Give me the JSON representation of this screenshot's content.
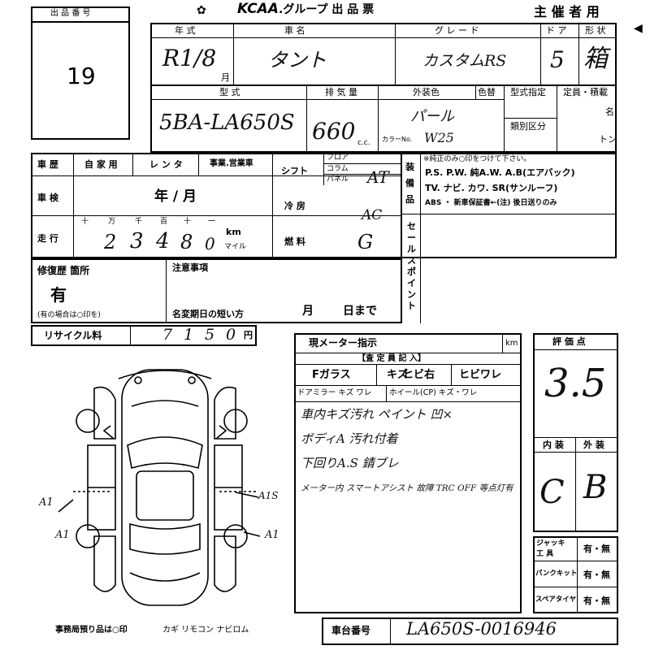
{
  "header": {
    "lot_label": "出 品 番 号",
    "lot_number": "19",
    "logo": "KCAA",
    "group_title": ".グループ 出 品 票",
    "organizer": "主 催 者 用"
  },
  "vehicle": {
    "year_label": "年 式",
    "year_value": "R1/8",
    "month_suffix": "月",
    "name_label": "車 名",
    "name_value": "タント",
    "grade_label": "グ レ ー ド",
    "grade_value": "カスタムRS",
    "doors_label": "ド ア",
    "doors_value": "5",
    "shape_label": "形 状",
    "shape_value": "箱",
    "model_label": "型 式",
    "model_value": "5BA-LA650S",
    "displacement_label": "排 気 量",
    "displacement_value": "660",
    "displacement_unit": "c.c.",
    "exterior_color_label": "外装色",
    "exterior_color_value": "パール",
    "color_label": "色替",
    "color_no_label": "カラーNo.",
    "color_no_value": "W25",
    "type_spec_label": "型式指定",
    "class_label": "類別区分",
    "capacity_label": "定員・積載",
    "capacity_unit_1": "名",
    "capacity_unit_2": "トン"
  },
  "history": {
    "label": "車 歴",
    "options": [
      "自 家 用",
      "レ ン タ",
      "事業.営業車"
    ],
    "inspection_label": "車 検",
    "inspection_value": "年 / 月",
    "mileage_label": "走 行",
    "digit_labels": [
      "十",
      "万",
      "千",
      "百",
      "十",
      "一"
    ],
    "mileage_digits": [
      "",
      "2",
      "3",
      "4",
      "8",
      "0"
    ],
    "km_label": "km",
    "mile_label": "マイル"
  },
  "shift": {
    "label": "シフト",
    "options": [
      "フロア",
      "コラム",
      "パネル"
    ],
    "value": "AT",
    "aircon_label": "冷 房",
    "aircon_value": "AC",
    "fuel_label": "燃 料",
    "fuel_value": "G"
  },
  "equipment": {
    "side_label": "装備品",
    "note": "※純正のみ○印をつけて下さい。",
    "line1": "P.S. P.W. 純A.W. A.B(エアバック)",
    "line2": "TV. ナビ. カワ. SR(サンルーフ)",
    "line3": "ABS ・ 新車保証書←(注) 後日送りのみ"
  },
  "sales_point_label": "セールスポイント",
  "repair": {
    "label": "修復歴 箇所",
    "value": "有",
    "note": "(有の場合は○印を)"
  },
  "notes": {
    "label": "注意事項",
    "deadline_label": "名変期日の短い方",
    "month": "月",
    "day": "日まで"
  },
  "recycle": {
    "label": "リサイクル料",
    "digits": [
      "",
      "",
      "7",
      "1",
      "5",
      "0"
    ],
    "unit": "円"
  },
  "meter": {
    "label": "現メーター指示",
    "unit": "km"
  },
  "inspection": {
    "header": "【査 定 員 記 入】",
    "glass": [
      "Fガラス",
      "キズ",
      "ヒビ右",
      "ヒビワレ"
    ],
    "parts": [
      "ドアミラー キズ ワレ",
      "ホイール(CP) キズ・ワレ"
    ],
    "remarks": [
      "車内キズ汚れ ペイント 凹×",
      "ボディA 汚れ付着",
      "下回りA.S 錆ブレ",
      "メーター内 スマートアシスト 故障 TRC OFF 等点灯有"
    ]
  },
  "diagram": {
    "marks": [
      "A1",
      "A1",
      "A1S",
      "A1"
    ]
  },
  "score": {
    "label": "評 価 点",
    "value": "3.5",
    "interior_label": "内 装",
    "exterior_label": "外 装",
    "interior_value": "C",
    "exterior_value": "B"
  },
  "tools": {
    "jack_label": "ジャッキ 工 具",
    "jack_value": "有・無",
    "puncture_label": "パンクキット",
    "puncture_value": "有・無",
    "spare_label": "スペアタイヤ",
    "spare_value": "有・無"
  },
  "footer": {
    "office_note": "事務局預り品は○印",
    "items": "カギ リモコン ナビロム",
    "chassis_label": "車台番号",
    "chassis_value": "LA650S-0016946"
  }
}
